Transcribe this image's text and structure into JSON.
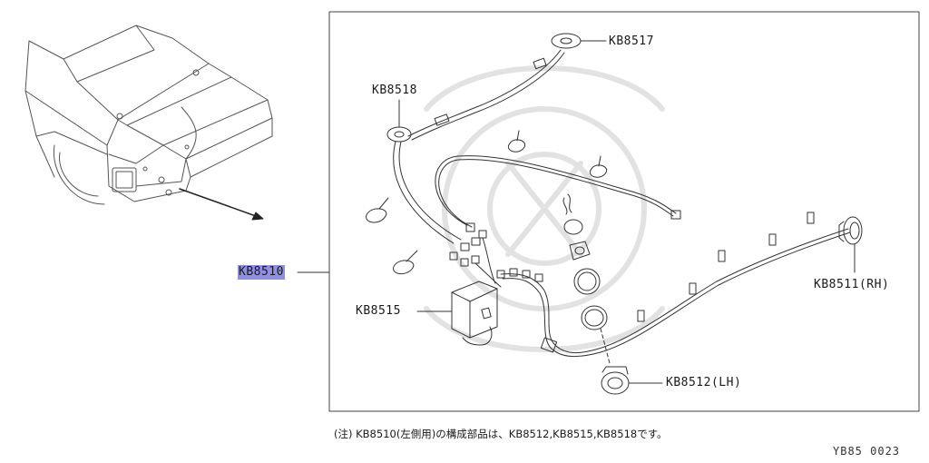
{
  "parts": {
    "main": "KB8510",
    "kb8517": "KB8517",
    "kb8518": "KB8518",
    "kb8515": "KB8515",
    "kb8511": "KB8511(RH)",
    "kb8512": "KB8512(LH)"
  },
  "footnote": "(注) KB8510(左側用)の構成部品は、KB8512,KB8515,KB8518です。",
  "diagram_code": "YB85 0023",
  "colors": {
    "highlight": "#8f8fe6",
    "line": "#333333",
    "border": "#444444"
  }
}
